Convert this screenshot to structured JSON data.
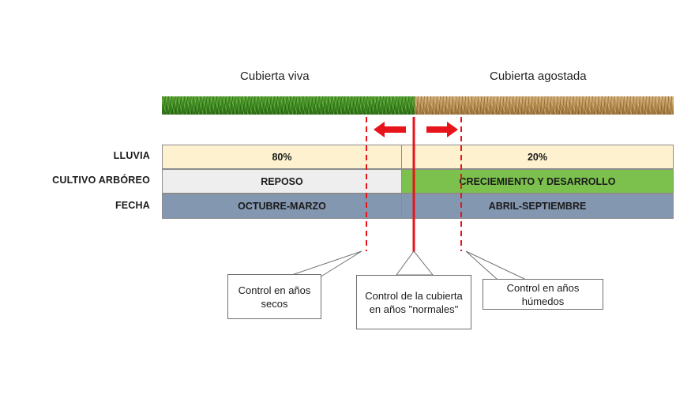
{
  "covers": {
    "live_label": "Cubierta viva",
    "dry_label": "Cubierta agostada"
  },
  "rows": {
    "rain": {
      "label": "LLUVIA",
      "left": "80%",
      "right": "20%"
    },
    "crop": {
      "label": "CULTIVO ARBÓREO",
      "left": "REPOSO",
      "right": "CRECIEMIENTO Y DESARROLLO"
    },
    "date": {
      "label": "FECHA",
      "left": "OCTUBRE-MARZO",
      "right": "ABRIL-SEPTIEMBRE"
    }
  },
  "callouts": {
    "dry_years": "Control en años secos",
    "normal_years": "Control de la cubierta en años \"normales\"",
    "wet_years": "Control en años húmedos"
  },
  "colors": {
    "rain_fill": "#fdf1cf",
    "rest_fill": "#eeeeee",
    "growth_fill": "#7cc14e",
    "date_fill": "#8497b0",
    "marker_red": "#e8141b"
  }
}
